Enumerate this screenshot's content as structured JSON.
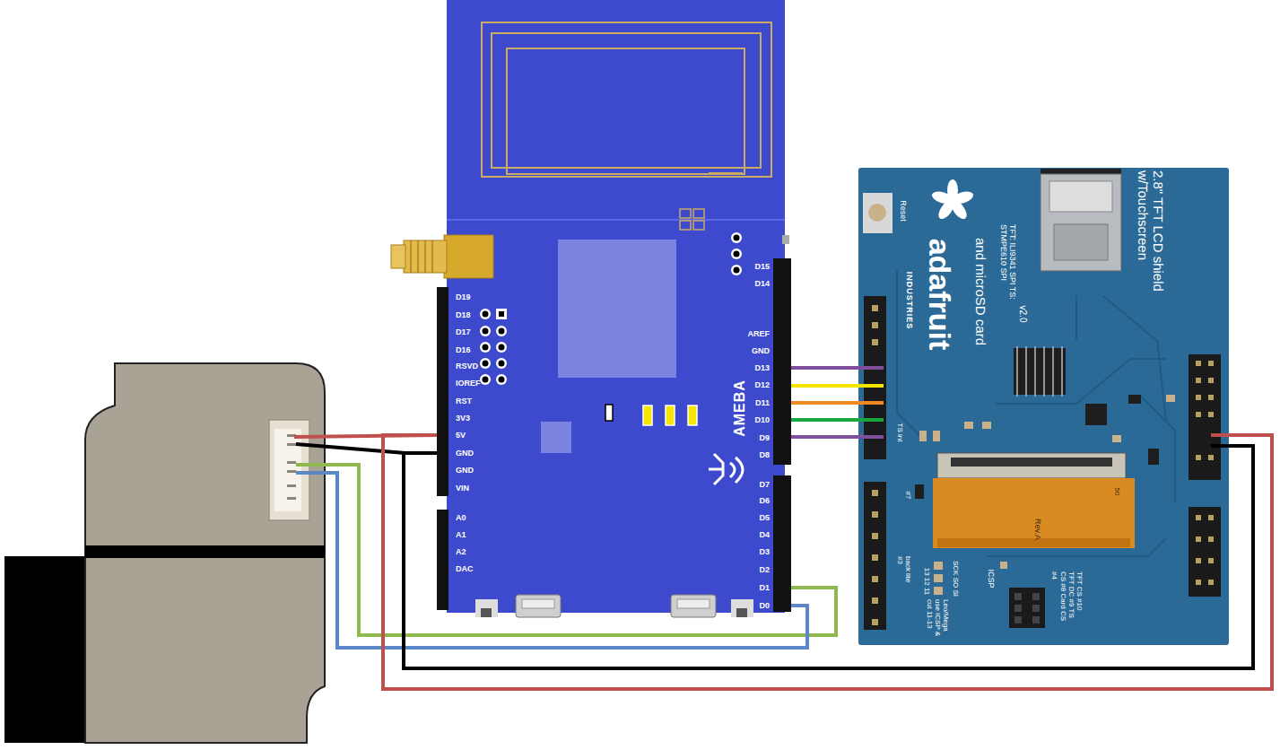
{
  "diagram": {
    "nodes": [
      {
        "text": [
          "AMEBA"
        ]
      },
      {
        "text": [
          "2.8\" TFT LCD shield w/Touchscreen",
          "and microSD card",
          "adafruit",
          "INDUSTRIES",
          "TFT: ILI9341 SPI TS: STMPE610 SPI",
          "v2.0",
          "Reset",
          "TS int",
          "#7",
          "back lite #3",
          "13 12 11",
          "SCK SO SI",
          "ICSP",
          "Leo/Mega use ICSP & cut 11-13",
          "TFT CS #10 TFT DC #9 TS CS #8 Card CS #4",
          "Rev.A",
          "50"
        ]
      }
    ],
    "edges": [
      {
        "from": 0,
        "to": 1,
        "arrow": "none"
      },
      {
        "from": 0,
        "to": 1,
        "arrow": "none"
      },
      {
        "from": 0,
        "to": 1,
        "arrow": "none"
      },
      {
        "from": 0,
        "to": 1,
        "arrow": "none"
      },
      {
        "from": 0,
        "to": 1,
        "arrow": "none"
      },
      {
        "from": 0,
        "to": 1,
        "arrow": "none"
      },
      {
        "from": 0,
        "to": 1,
        "arrow": "none"
      }
    ],
    "labels": [
      "D19",
      "D18",
      "D17",
      "D16",
      "RSVD",
      "IOREF",
      "RST",
      "3V3",
      "5V",
      "GND",
      "GND",
      "VIN",
      "A0",
      "A1",
      "A2",
      "DAC",
      "D15",
      "D14",
      "AREF",
      "GND",
      "D13",
      "D12",
      "D11",
      "D10",
      "D9",
      "D8",
      "D7",
      "D6",
      "D5",
      "D4",
      "D3",
      "D2",
      "D1",
      "D0"
    ]
  }
}
